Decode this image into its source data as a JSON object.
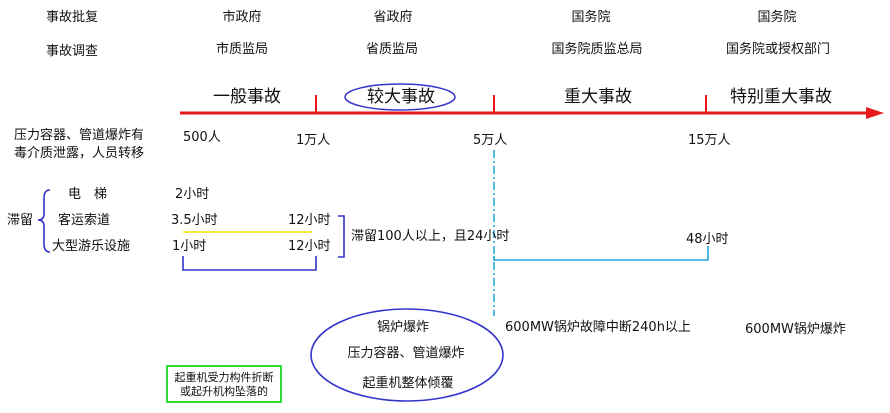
{
  "header": {
    "approval_label": "事故批复",
    "investigation_label": "事故调查",
    "approval": [
      "市政府",
      "省政府",
      "国务院",
      "国务院"
    ],
    "investigation": [
      "市质监局",
      "省质监局",
      "国务院质监总局",
      "国务院或授权部门"
    ]
  },
  "levels": [
    "一般事故",
    "较大事故",
    "重大事故",
    "特别重大事故"
  ],
  "colors": {
    "arrow": "#e8191c",
    "circle": "#3333cc",
    "bracket": "#3333cc",
    "yellow_line": "#e8e800",
    "cyan_line": "#22aadd",
    "green_box": "#33dd33"
  },
  "pressure": {
    "label_line1": "压力容器、管道爆炸有",
    "label_line2": "毒介质泄露，人员转移",
    "thresholds": [
      "500人",
      "1万人",
      "5万人",
      "15万人"
    ]
  },
  "stranded": {
    "label": "滞留",
    "elevator": {
      "name": "电　梯",
      "value": "2小时"
    },
    "ropeway": {
      "name": "客运索道",
      "from": "3.5小时",
      "to": "12小时"
    },
    "amusement": {
      "name": "大型游乐设施",
      "from": "1小时",
      "to": "12小时"
    },
    "major_condition": "滞留100人以上，且24小时",
    "extra_condition": "48小时"
  },
  "boiler": {
    "ellipse_lines": [
      "锅炉爆炸",
      "压力容器、管道爆炸",
      "起重机整体倾覆"
    ],
    "major": "600MW锅炉故障中断240h以上",
    "extra": "600MW锅炉爆炸"
  },
  "crane_note": [
    "起重机受力构件折断",
    "或起升机构坠落的"
  ]
}
